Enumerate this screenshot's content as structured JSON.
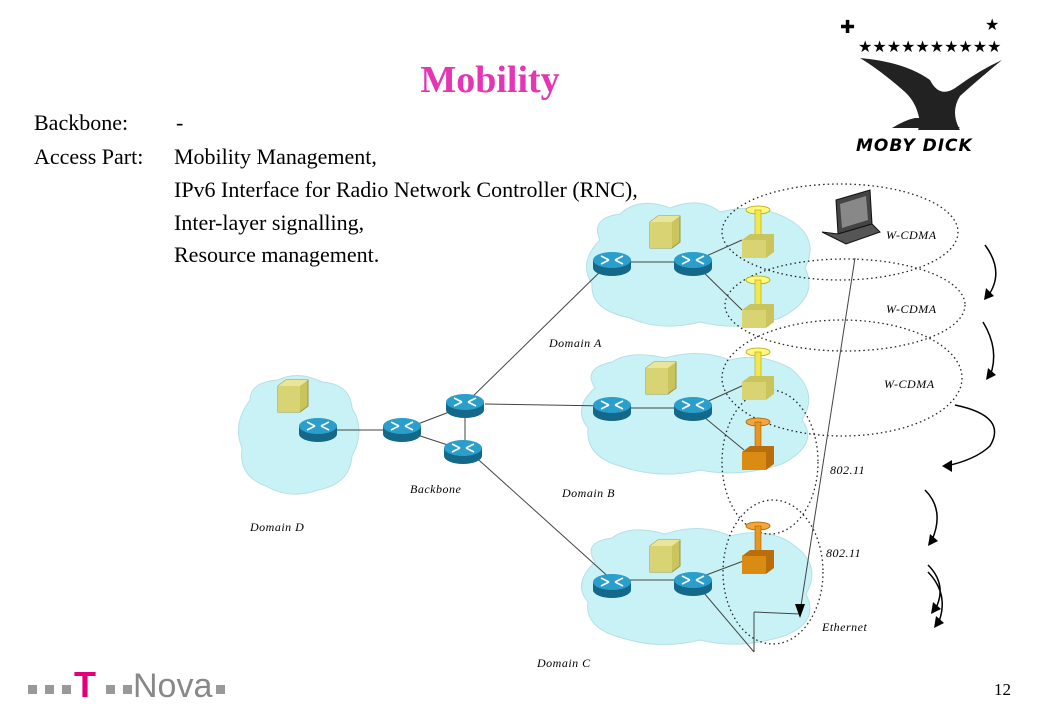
{
  "title": "Mobility",
  "text": {
    "backbone_label": "Backbone:",
    "backbone_value": "-",
    "access_label": "Access Part:",
    "access_items": [
      "Mobility Management,",
      "IPv6 Interface for Radio Network Controller (RNC),",
      "Inter-layer signalling,",
      "Resource management."
    ]
  },
  "logo": {
    "moby": "MOBY DICK",
    "brand": "T-Nova",
    "brand_color": "#e2007a"
  },
  "diagram": {
    "domains": {
      "a": "Domain A",
      "b": "Domain B",
      "c": "Domain C",
      "d": "Domain D",
      "backbone": "Backbone"
    },
    "links": [
      "W-CDMA",
      "W-CDMA",
      "W-CDMA",
      "802.11",
      "802.11",
      "Ethernet"
    ]
  },
  "page_number": "12",
  "colors": {
    "title": "#e436b4",
    "cloud": "#c8f2f6",
    "router": "#1f8fb8",
    "server": "#d8d474",
    "ap_wifi": "#d98b12"
  }
}
